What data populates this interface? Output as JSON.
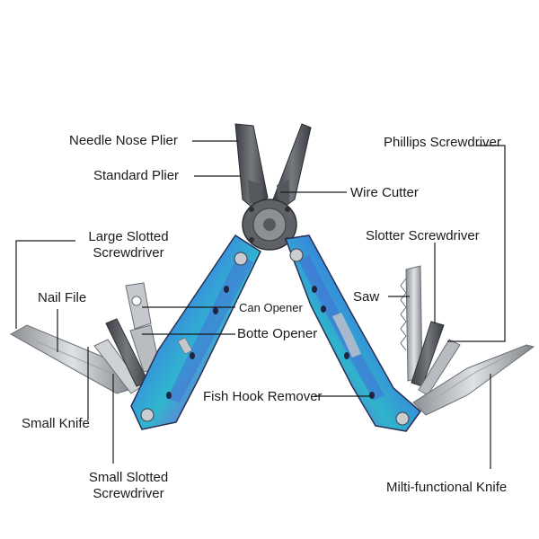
{
  "image": {
    "subject": "multitool-product-photo",
    "accent_colors": [
      "#3b6fd8",
      "#7a4ad8",
      "#2fb8c8",
      "#b8d23a",
      "#c0c4c8"
    ]
  },
  "labels": {
    "needle_nose_plier": "Needle Nose Plier",
    "standard_plier": "Standard Plier",
    "wire_cutter": "Wire Cutter",
    "phillips_screwdriver": "Phillips Screwdriver",
    "slotter_screwdriver": "Slotter Screwdriver",
    "large_slotted_line1": "Large Slotted",
    "large_slotted_line2": "Screwdriver",
    "saw": "Saw",
    "nail_file": "Nail File",
    "can_opener": "Can Opener",
    "botte_opener": "Botte Opener",
    "fish_hook_remover": "Fish Hook Remover",
    "small_knife": "Small Knife",
    "small_slotted_line1": "Small Slotted",
    "small_slotted_line2": "Screwdriver",
    "multi_functional_knife": "Milti-functional Knife"
  }
}
